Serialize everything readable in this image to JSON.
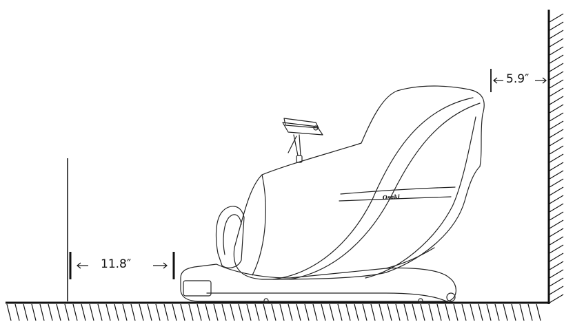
{
  "dimensions": {
    "wall_clearance": {
      "arrow_left": "←",
      "value": "5.9″",
      "arrow_right": "→"
    },
    "floor_clearance": {
      "arrow_left": "←",
      "value": "11.8″",
      "arrow_right": "→"
    }
  },
  "chair": {
    "brand": "Osaki"
  },
  "colors": {
    "line": "#111111",
    "background": "#ffffff"
  }
}
